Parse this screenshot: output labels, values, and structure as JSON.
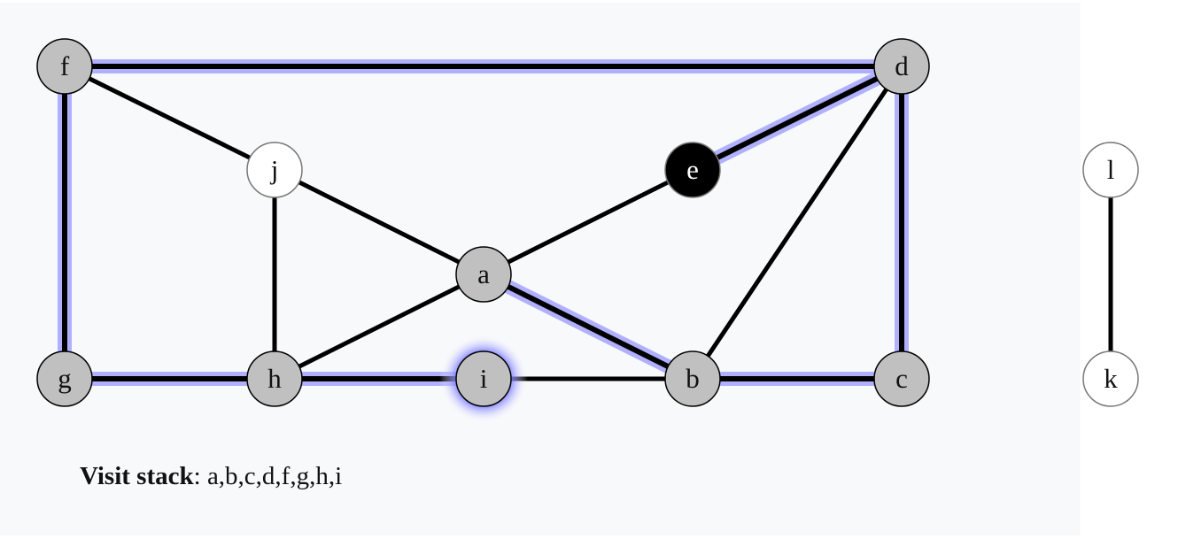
{
  "nodes": [
    {
      "id": "f",
      "label": "f",
      "state": "visited"
    },
    {
      "id": "d",
      "label": "d",
      "state": "visited"
    },
    {
      "id": "j",
      "label": "j",
      "state": "unvisited"
    },
    {
      "id": "e",
      "label": "e",
      "state": "current"
    },
    {
      "id": "a",
      "label": "a",
      "state": "visited"
    },
    {
      "id": "g",
      "label": "g",
      "state": "visited"
    },
    {
      "id": "h",
      "label": "h",
      "state": "visited"
    },
    {
      "id": "i",
      "label": "i",
      "state": "top"
    },
    {
      "id": "b",
      "label": "b",
      "state": "visited"
    },
    {
      "id": "c",
      "label": "c",
      "state": "visited"
    },
    {
      "id": "l",
      "label": "l",
      "state": "unvisited"
    },
    {
      "id": "k",
      "label": "k",
      "state": "unvisited"
    }
  ],
  "edges": [
    {
      "from": "f",
      "to": "d",
      "highlight": true
    },
    {
      "from": "f",
      "to": "g",
      "highlight": true
    },
    {
      "from": "d",
      "to": "c",
      "highlight": true
    },
    {
      "from": "d",
      "to": "e",
      "highlight": true
    },
    {
      "from": "a",
      "to": "b",
      "highlight": true
    },
    {
      "from": "g",
      "to": "h",
      "highlight": true
    },
    {
      "from": "h",
      "to": "i",
      "highlight": true
    },
    {
      "from": "b",
      "to": "c",
      "highlight": true
    },
    {
      "from": "f",
      "to": "j",
      "highlight": false
    },
    {
      "from": "j",
      "to": "a",
      "highlight": false
    },
    {
      "from": "j",
      "to": "h",
      "highlight": false
    },
    {
      "from": "a",
      "to": "e",
      "highlight": false
    },
    {
      "from": "a",
      "to": "h",
      "highlight": false
    },
    {
      "from": "d",
      "to": "b",
      "highlight": false
    },
    {
      "from": "i",
      "to": "b",
      "highlight": false
    },
    {
      "from": "l",
      "to": "k",
      "highlight": false
    }
  ],
  "caption": {
    "label": "Visit stack",
    "separator": ": ",
    "value": "a,b,c,d,f,g,h,i"
  },
  "colors": {
    "highlight": "#b0b0ff",
    "visited": "#c0c0c0",
    "current": "#000000",
    "unvisited": "#ffffff",
    "glow": "#6666ff"
  }
}
